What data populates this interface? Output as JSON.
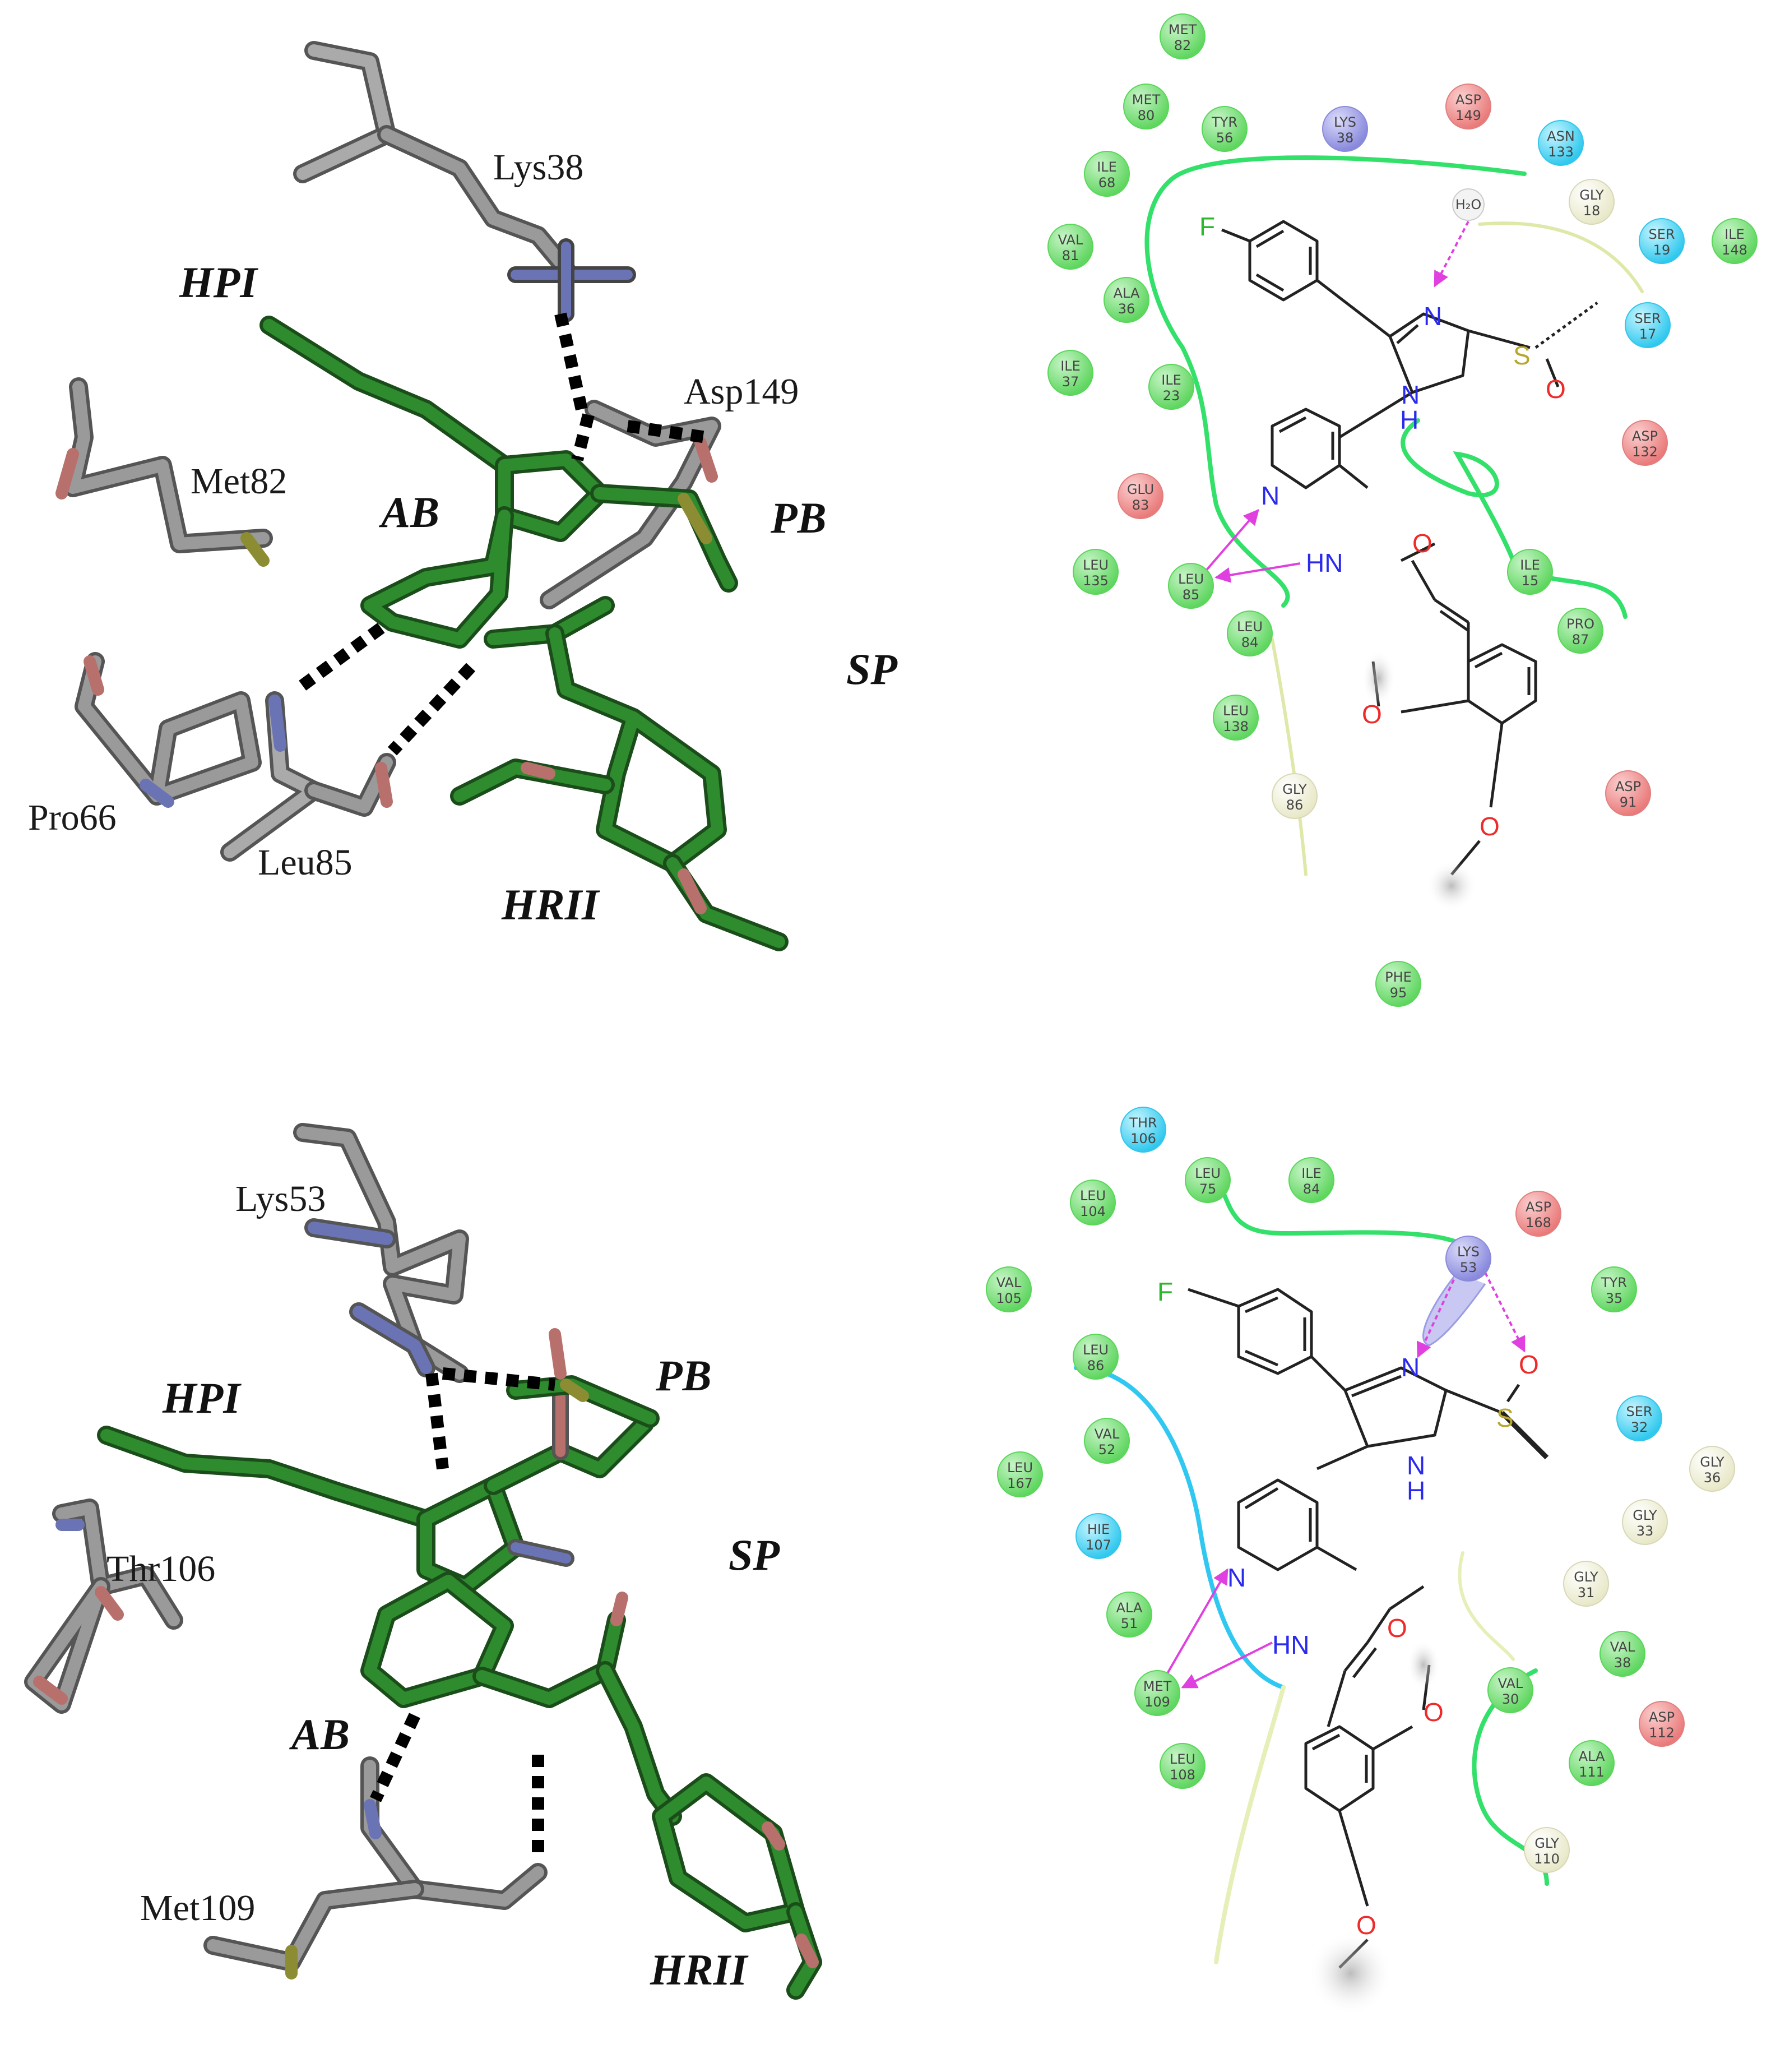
{
  "colors": {
    "ligand": "#2e7d32",
    "protein_carbon": "#9a9a9a",
    "nitrogen": "#6a74b5",
    "oxygen": "#b8706c",
    "sulfur": "#8c8c33",
    "hbond": "#000000",
    "hydrophobic": "#7be07b",
    "charged_negative": "#f08c8c",
    "charged_positive": "#9c9ce6",
    "polar": "#4dd8f0",
    "glycine": "#f4f4dc",
    "hbond_arrow": "#e040e0",
    "pocket_hydrophobic": "#33e06a",
    "pocket_polar": "#30c8f0",
    "pocket_glycine": "#dfe8a8"
  },
  "panels": {
    "top_3d": {
      "residue_labels": [
        "Lys38",
        "Asp149",
        "Met82",
        "Pro66",
        "Leu85"
      ],
      "region_labels": [
        "HPI",
        "AB",
        "PB",
        "SP",
        "HRII"
      ]
    },
    "top_2d": {
      "residues": [
        {
          "name": "MET",
          "num": "82",
          "kind": "hydrophobic"
        },
        {
          "name": "MET",
          "num": "80",
          "kind": "hydrophobic"
        },
        {
          "name": "TYR",
          "num": "56",
          "kind": "hydrophobic"
        },
        {
          "name": "LYS",
          "num": "38",
          "kind": "positive"
        },
        {
          "name": "ASP",
          "num": "149",
          "kind": "negative"
        },
        {
          "name": "ASN",
          "num": "133",
          "kind": "polar"
        },
        {
          "name": "ILE",
          "num": "68",
          "kind": "hydrophobic"
        },
        {
          "name": "GLY",
          "num": "18",
          "kind": "glycine"
        },
        {
          "name": "SER",
          "num": "19",
          "kind": "polar"
        },
        {
          "name": "ILE",
          "num": "148",
          "kind": "hydrophobic"
        },
        {
          "name": "VAL",
          "num": "81",
          "kind": "hydrophobic"
        },
        {
          "name": "ALA",
          "num": "36",
          "kind": "hydrophobic"
        },
        {
          "name": "SER",
          "num": "17",
          "kind": "polar"
        },
        {
          "name": "ILE",
          "num": "37",
          "kind": "hydrophobic"
        },
        {
          "name": "ILE",
          "num": "23",
          "kind": "hydrophobic"
        },
        {
          "name": "ASP",
          "num": "132",
          "kind": "negative"
        },
        {
          "name": "GLU",
          "num": "83",
          "kind": "negative"
        },
        {
          "name": "LEU",
          "num": "135",
          "kind": "hydrophobic"
        },
        {
          "name": "LEU",
          "num": "85",
          "kind": "hydrophobic"
        },
        {
          "name": "ILE",
          "num": "15",
          "kind": "hydrophobic"
        },
        {
          "name": "PRO",
          "num": "87",
          "kind": "hydrophobic"
        },
        {
          "name": "LEU",
          "num": "84",
          "kind": "hydrophobic"
        },
        {
          "name": "LEU",
          "num": "138",
          "kind": "hydrophobic"
        },
        {
          "name": "GLY",
          "num": "86",
          "kind": "glycine"
        },
        {
          "name": "ASP",
          "num": "91",
          "kind": "negative"
        },
        {
          "name": "PHE",
          "num": "95",
          "kind": "hydrophobic"
        }
      ],
      "water_label": "H₂O",
      "atoms": {
        "F": "F",
        "N": "N",
        "NH": "N",
        "H": "H",
        "S": "S",
        "O": "O",
        "HN": "HN"
      }
    },
    "bottom_3d": {
      "residue_labels": [
        "Lys53",
        "Thr106",
        "Met109"
      ],
      "region_labels": [
        "HPI",
        "PB",
        "SP",
        "AB",
        "HRII"
      ]
    },
    "bottom_2d": {
      "residues": [
        {
          "name": "THR",
          "num": "106",
          "kind": "polar"
        },
        {
          "name": "LEU",
          "num": "75",
          "kind": "hydrophobic"
        },
        {
          "name": "ILE",
          "num": "84",
          "kind": "hydrophobic"
        },
        {
          "name": "LEU",
          "num": "104",
          "kind": "hydrophobic"
        },
        {
          "name": "ASP",
          "num": "168",
          "kind": "negative"
        },
        {
          "name": "LYS",
          "num": "53",
          "kind": "positive"
        },
        {
          "name": "VAL",
          "num": "105",
          "kind": "hydrophobic"
        },
        {
          "name": "TYR",
          "num": "35",
          "kind": "hydrophobic"
        },
        {
          "name": "LEU",
          "num": "86",
          "kind": "hydrophobic"
        },
        {
          "name": "VAL",
          "num": "52",
          "kind": "hydrophobic"
        },
        {
          "name": "SER",
          "num": "32",
          "kind": "polar"
        },
        {
          "name": "LEU",
          "num": "167",
          "kind": "hydrophobic"
        },
        {
          "name": "GLY",
          "num": "36",
          "kind": "glycine"
        },
        {
          "name": "HIE",
          "num": "107",
          "kind": "polar"
        },
        {
          "name": "GLY",
          "num": "33",
          "kind": "glycine"
        },
        {
          "name": "ALA",
          "num": "51",
          "kind": "hydrophobic"
        },
        {
          "name": "GLY",
          "num": "31",
          "kind": "glycine"
        },
        {
          "name": "VAL",
          "num": "38",
          "kind": "hydrophobic"
        },
        {
          "name": "MET",
          "num": "109",
          "kind": "hydrophobic"
        },
        {
          "name": "VAL",
          "num": "30",
          "kind": "hydrophobic"
        },
        {
          "name": "ASP",
          "num": "112",
          "kind": "negative"
        },
        {
          "name": "LEU",
          "num": "108",
          "kind": "hydrophobic"
        },
        {
          "name": "ALA",
          "num": "111",
          "kind": "hydrophobic"
        },
        {
          "name": "GLY",
          "num": "110",
          "kind": "glycine"
        }
      ],
      "atoms": {
        "F": "F",
        "N": "N",
        "NH": "N",
        "H": "H",
        "S": "S",
        "O": "O",
        "HN": "HN"
      }
    }
  }
}
